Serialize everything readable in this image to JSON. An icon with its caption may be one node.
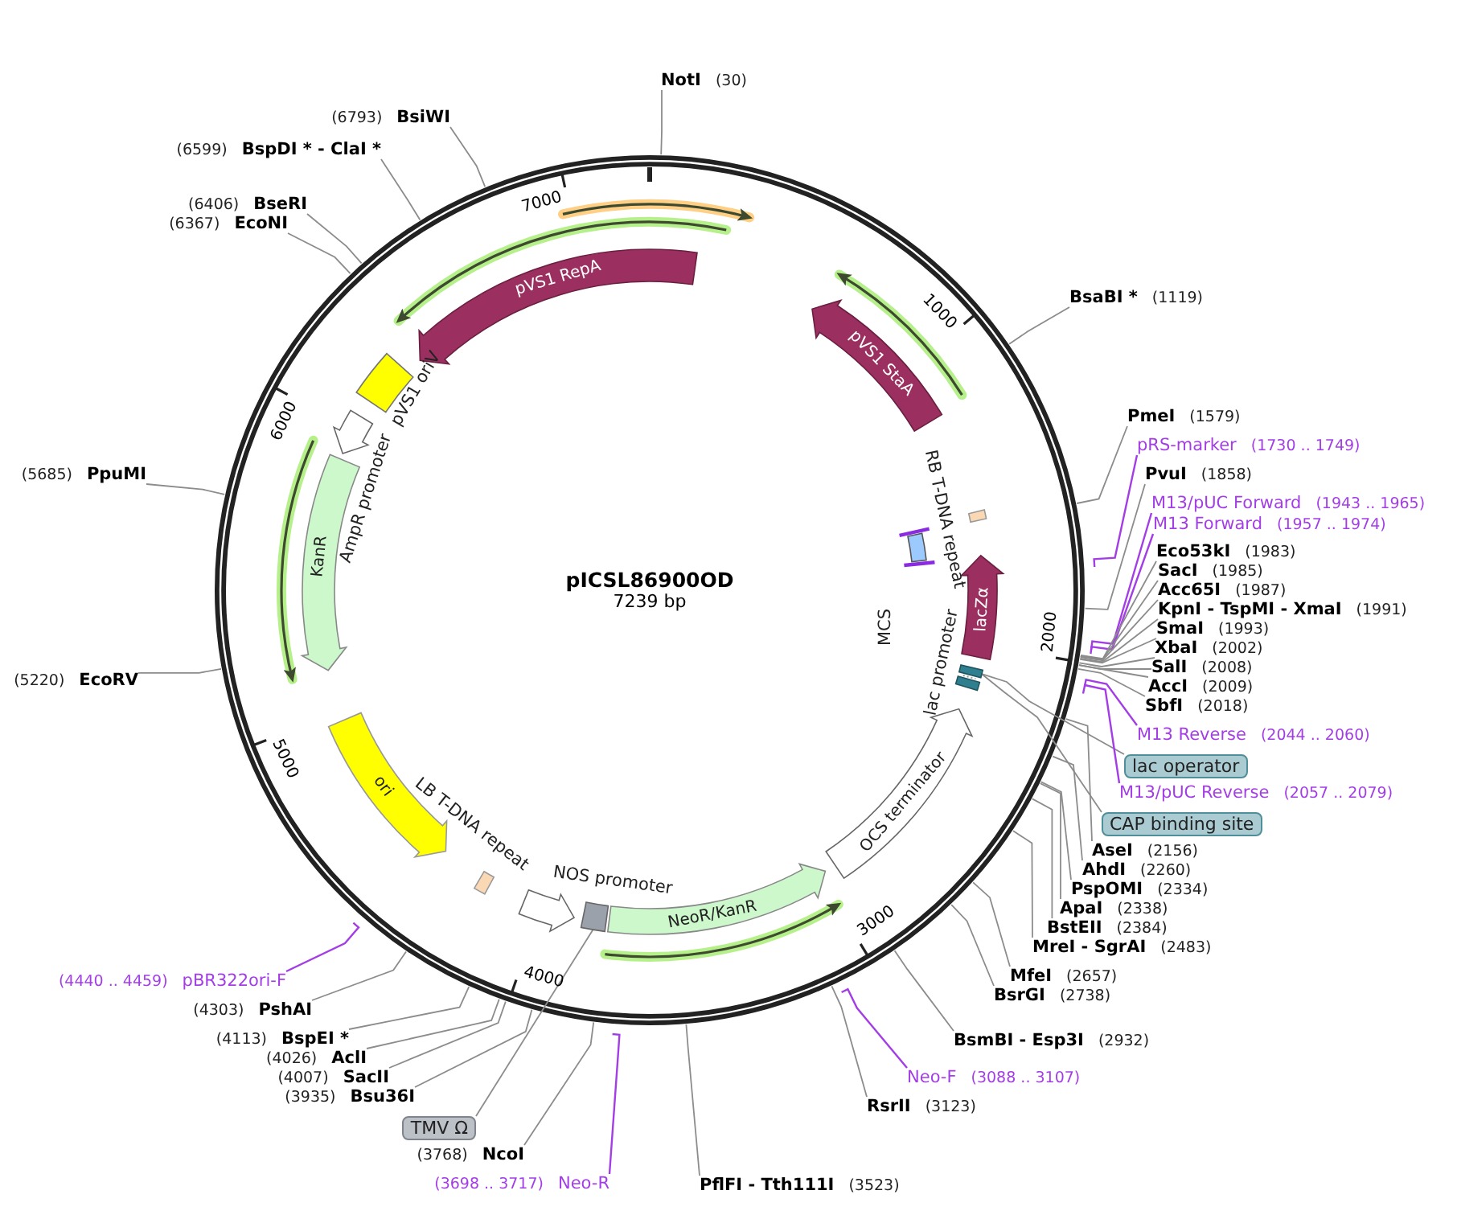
{
  "diagram": {
    "title": "pICSL86900OD",
    "nodes": [
      {
        "text": [
          "NotI",
          "(30)"
        ]
      },
      {
        "text": [
          "(6793)",
          "BsiWI"
        ]
      },
      {
        "text": [
          "(6599)",
          "BspDI * - ClaI *"
        ]
      },
      {
        "text": [
          "(6406)",
          "BseRI"
        ]
      },
      {
        "text": [
          "(6367)",
          "EcoNI"
        ]
      },
      {
        "text": [
          "BsaBI *",
          "(1119)"
        ]
      },
      {
        "text": [
          "PmeI",
          "(1579)"
        ]
      },
      {
        "text": [
          "pRS-marker",
          "(1730 .. 1749)"
        ]
      },
      {
        "text": [
          "PvuI",
          "(1858)"
        ]
      },
      {
        "text": [
          "M13/pUC Forward",
          "(1943 .. 1965)"
        ]
      },
      {
        "text": [
          "M13 Forward",
          "(1957 .. 1974)"
        ]
      },
      {
        "text": [
          "Eco53kI",
          "(1983)"
        ]
      },
      {
        "text": [
          "SacI",
          "(1985)"
        ]
      },
      {
        "text": [
          "Acc65I",
          "(1987)"
        ]
      },
      {
        "text": [
          "KpnI - TspMI - XmaI",
          "(1991)"
        ]
      },
      {
        "text": [
          "SmaI",
          "(1993)"
        ]
      },
      {
        "text": [
          "XbaI",
          "(2002)"
        ]
      },
      {
        "text": [
          "SalI",
          "(2008)"
        ]
      },
      {
        "text": [
          "AccI",
          "(2009)"
        ]
      },
      {
        "text": [
          "SbfI",
          "(2018)"
        ]
      },
      {
        "text": [
          "M13 Reverse",
          "(2044 .. 2060)"
        ]
      },
      {
        "text": [
          "lac operator"
        ]
      },
      {
        "text": [
          "M13/pUC Reverse",
          "(2057 .. 2079)"
        ]
      },
      {
        "text": [
          "CAP binding site"
        ]
      },
      {
        "text": [
          "AseI",
          "(2156)"
        ]
      },
      {
        "text": [
          "AhdI",
          "(2260)"
        ]
      },
      {
        "text": [
          "PspOMI",
          "(2334)"
        ]
      },
      {
        "text": [
          "ApaI",
          "(2338)"
        ]
      },
      {
        "text": [
          "BstEII",
          "(2384)"
        ]
      },
      {
        "text": [
          "MreI - SgrAI",
          "(2483)"
        ]
      },
      {
        "text": [
          "MfeI",
          "(2657)"
        ]
      },
      {
        "text": [
          "BsrGI",
          "(2738)"
        ]
      },
      {
        "text": [
          "BsmBI - Esp3I",
          "(2932)"
        ]
      },
      {
        "text": [
          "Neo-F",
          "(3088 .. 3107)"
        ]
      },
      {
        "text": [
          "RsrII",
          "(3123)"
        ]
      },
      {
        "text": [
          "PflFI - Tth111I",
          "(3523)"
        ]
      },
      {
        "text": [
          "(5685)",
          "PpuMI"
        ]
      },
      {
        "text": [
          "(5220)",
          "EcoRV"
        ]
      },
      {
        "text": [
          "(4440 .. 4459)",
          "pBR322ori-F"
        ]
      },
      {
        "text": [
          "(4303)",
          "PshAI"
        ]
      },
      {
        "text": [
          "(4113)",
          "BspEI *"
        ]
      },
      {
        "text": [
          "(4026)",
          "AclI"
        ]
      },
      {
        "text": [
          "(4007)",
          "SacII"
        ]
      },
      {
        "text": [
          "(3935)",
          "Bsu36I"
        ]
      },
      {
        "text": [
          "TMV Ω"
        ]
      },
      {
        "text": [
          "(3768)",
          "NcoI"
        ]
      },
      {
        "text": [
          "(3698 .. 3717)",
          "Neo-R"
        ]
      },
      {
        "text": [
          "pVS1 RepA"
        ]
      },
      {
        "text": [
          "pVS1 StaA"
        ]
      },
      {
        "text": [],
        "shape": "box",
        "beside": [
          "pVS1 oriV"
        ]
      },
      {
        "text": [],
        "shape": "arrow",
        "beside": [
          "AmpR promoter"
        ]
      },
      {
        "text": [
          "KanR"
        ]
      },
      {
        "text": [
          "ori"
        ]
      },
      {
        "text": [],
        "shape": "box",
        "beside": [
          "LB T-DNA repeat"
        ]
      },
      {
        "text": [],
        "shape": "arrow",
        "beside": [
          "NOS promoter"
        ]
      },
      {
        "text": [],
        "shape": "box"
      },
      {
        "text": [
          "NeoR/KanR"
        ]
      },
      {
        "text": [
          "OCS terminator"
        ]
      },
      {
        "text": [],
        "shape": "box",
        "beside": [
          "lac promoter"
        ]
      },
      {
        "text": [
          "lacZα"
        ]
      },
      {
        "text": [],
        "shape": "box",
        "beside": [
          "MCS"
        ]
      },
      {
        "text": [],
        "shape": "box",
        "beside": [
          "RB T-DNA repeat"
        ]
      }
    ],
    "edges": [
      {
        "from": 0,
        "to": null,
        "arrow": "none"
      },
      {
        "from": 1,
        "to": null,
        "arrow": "none"
      },
      {
        "from": 2,
        "to": null,
        "arrow": "none"
      },
      {
        "from": 3,
        "to": null,
        "arrow": "none"
      },
      {
        "from": 4,
        "to": null,
        "arrow": "none"
      },
      {
        "from": 5,
        "to": null,
        "arrow": "none"
      },
      {
        "from": 6,
        "to": null,
        "arrow": "none"
      },
      {
        "from": 7,
        "to": null,
        "arrow": "none",
        "color": "#a33ee6"
      },
      {
        "from": 8,
        "to": null,
        "arrow": "none"
      },
      {
        "from": 9,
        "to": null,
        "arrow": "none",
        "color": "#a33ee6"
      },
      {
        "from": 10,
        "to": null,
        "arrow": "none",
        "color": "#a33ee6"
      },
      {
        "from": 11,
        "to": null,
        "arrow": "none"
      },
      {
        "from": 12,
        "to": null,
        "arrow": "none"
      },
      {
        "from": 13,
        "to": null,
        "arrow": "none"
      },
      {
        "from": 14,
        "to": null,
        "arrow": "none"
      },
      {
        "from": 15,
        "to": null,
        "arrow": "none"
      },
      {
        "from": 16,
        "to": null,
        "arrow": "none"
      },
      {
        "from": 17,
        "to": null,
        "arrow": "none"
      },
      {
        "from": 18,
        "to": null,
        "arrow": "none"
      },
      {
        "from": 19,
        "to": null,
        "arrow": "none"
      },
      {
        "from": 20,
        "to": null,
        "arrow": "none",
        "color": "#a33ee6"
      },
      {
        "from": 21,
        "to": 58,
        "arrow": "none"
      },
      {
        "from": 22,
        "to": null,
        "arrow": "none",
        "color": "#a33ee6"
      },
      {
        "from": 23,
        "to": 58,
        "arrow": "none"
      },
      {
        "from": 24,
        "to": null,
        "arrow": "none"
      },
      {
        "from": 25,
        "to": null,
        "arrow": "none"
      },
      {
        "from": 26,
        "to": null,
        "arrow": "none"
      },
      {
        "from": 27,
        "to": null,
        "arrow": "none"
      },
      {
        "from": 28,
        "to": null,
        "arrow": "none"
      },
      {
        "from": 29,
        "to": null,
        "arrow": "none"
      },
      {
        "from": 30,
        "to": null,
        "arrow": "none"
      },
      {
        "from": 31,
        "to": null,
        "arrow": "none"
      },
      {
        "from": 32,
        "to": null,
        "arrow": "none"
      },
      {
        "from": 33,
        "to": null,
        "arrow": "none",
        "color": "#a33ee6"
      },
      {
        "from": 34,
        "to": null,
        "arrow": "none"
      },
      {
        "from": 35,
        "to": null,
        "arrow": "none"
      },
      {
        "from": 36,
        "to": null,
        "arrow": "none"
      },
      {
        "from": 37,
        "to": null,
        "arrow": "none"
      },
      {
        "from": 38,
        "to": null,
        "arrow": "none",
        "color": "#a33ee6"
      },
      {
        "from": 39,
        "to": null,
        "arrow": "none"
      },
      {
        "from": 40,
        "to": null,
        "arrow": "none"
      },
      {
        "from": 41,
        "to": null,
        "arrow": "none"
      },
      {
        "from": 42,
        "to": null,
        "arrow": "none"
      },
      {
        "from": 43,
        "to": null,
        "arrow": "none"
      },
      {
        "from": 44,
        "to": 55,
        "arrow": "none"
      },
      {
        "from": 45,
        "to": null,
        "arrow": "none"
      },
      {
        "from": 46,
        "to": null,
        "arrow": "none",
        "color": "#a33ee6"
      }
    ],
    "labels": [
      "7239 bp",
      "1000",
      "2000",
      "3000",
      "4000",
      "5000",
      "6000",
      "7000"
    ]
  }
}
